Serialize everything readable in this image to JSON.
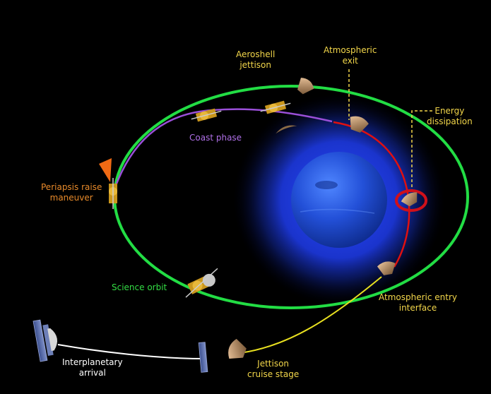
{
  "labels": {
    "aeroshell": {
      "line1": "Aeroshell",
      "line2": "jettison"
    },
    "atmos_exit": {
      "line1": "Atmospheric",
      "line2": "exit"
    },
    "energy": {
      "line1": "Energy",
      "line2": "dissipation"
    },
    "coast": {
      "text": "Coast phase"
    },
    "periapsis": {
      "line1": "Periapsis raise",
      "line2": "maneuver"
    },
    "science": {
      "text": "Science orbit"
    },
    "entry": {
      "line1": "Atmospheric entry",
      "line2": "interface"
    },
    "interplanetary": {
      "line1": "Interplanetary",
      "line2": "arrival"
    },
    "jettison": {
      "line1": "Jettison",
      "line2": "cruise stage"
    }
  },
  "colors": {
    "background": "#000000",
    "science_orbit": "#22dd44",
    "coast_path": "#9a4fd8",
    "aerocapture_path": "#e01010",
    "approach_path": "#e8e020",
    "arrival_path": "#ffffff",
    "label_yellow": "#f2d64a",
    "label_orange": "#e88a2a",
    "label_purple": "#b070e8",
    "label_green": "#33dd44",
    "planet": "#1f4fd8",
    "planet_glow": "#1a3cff"
  },
  "icons": {
    "spacecraft": "spacecraft-icon",
    "aeroshell": "aeroshell-icon",
    "thruster_plume": "thruster-plume-icon",
    "cruise_stage": "cruise-stage-icon",
    "planet": "neptune-planet"
  }
}
